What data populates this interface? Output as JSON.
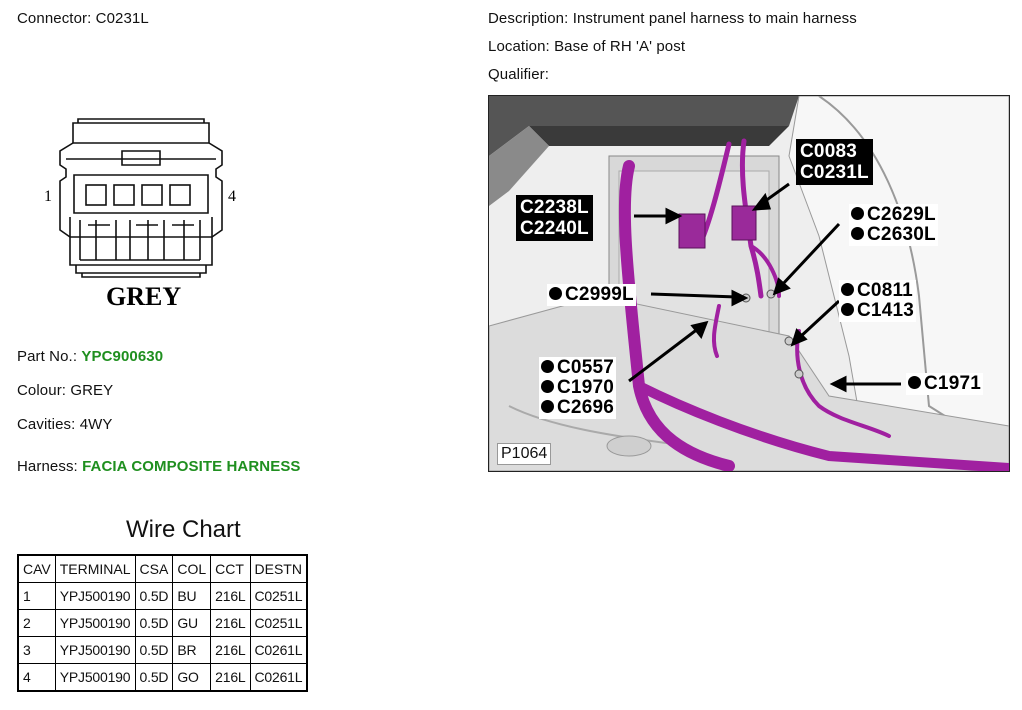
{
  "connector": {
    "label": "Connector:",
    "value": "C0231L",
    "pin_left": "1",
    "pin_right": "4",
    "colour_text": "GREY"
  },
  "details": {
    "description_label": "Description:",
    "description_value": "Instrument panel harness to main harness",
    "location_label": "Location:",
    "location_value": "Base of RH 'A' post",
    "qualifier_label": "Qualifier:",
    "qualifier_value": ""
  },
  "part": {
    "part_no_label": "Part No.:",
    "part_no_value": "YPC900630",
    "colour_label": "Colour:",
    "colour_value": "GREY",
    "cavities_label": "Cavities:",
    "cavities_value": "4WY",
    "harness_label": "Harness:",
    "harness_value": "FACIA COMPOSITE HARNESS"
  },
  "wire_chart": {
    "title": "Wire Chart",
    "headers": [
      "CAV",
      "TERMINAL",
      "CSA",
      "COL",
      "CCT",
      "DESTN"
    ],
    "rows": [
      [
        "1",
        "YPJ500190",
        "0.5D",
        "BU",
        "216L",
        "C0251L"
      ],
      [
        "2",
        "YPJ500190",
        "0.5D",
        "GU",
        "216L",
        "C0251L"
      ],
      [
        "3",
        "YPJ500190",
        "0.5D",
        "BR",
        "216L",
        "C0261L"
      ],
      [
        "4",
        "YPJ500190",
        "0.5D",
        "GO",
        "216L",
        "C0261L"
      ]
    ]
  },
  "location_image": {
    "ref": "P1064",
    "callouts": {
      "c0083": "C0083",
      "c0231l": "C0231L",
      "c2238l": "C2238L",
      "c2240l": "C2240L",
      "c2629l": "C2629L",
      "c2630l": "C2630L",
      "c2999l": "C2999L",
      "c0811": "C0811",
      "c1413": "C1413",
      "c0557": "C0557",
      "c1970": "C1970",
      "c2696": "C2696",
      "c1971": "C1971"
    }
  },
  "colors": {
    "harness": "#a020a0",
    "link_green": "#1f8f1f"
  }
}
